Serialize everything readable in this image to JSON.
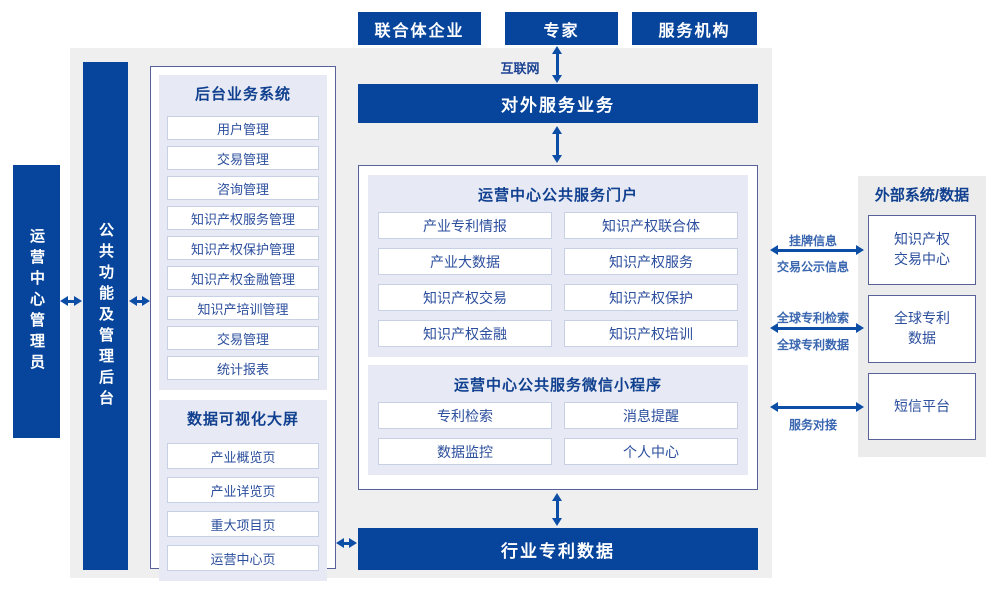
{
  "colors": {
    "primary_blue": "#06459b",
    "arrow_blue": "#0c4da6",
    "panel_lavender": "#e7eaf4",
    "background_gray": "#efeff0",
    "title_blue": "#10408f"
  },
  "top_actors": {
    "union": "联合体企业",
    "expert": "专家",
    "agency": "服务机构"
  },
  "internet_label": "互联网",
  "external_service_bar": "对外服务业务",
  "left_column": {
    "operator": "运营中心管理员",
    "backend_bar": "公共功能及管理后台",
    "backend_system": {
      "title": "后台业务系统",
      "items": [
        "用户管理",
        "交易管理",
        "咨询管理",
        "知识产权服务管理",
        "知识产权保护管理",
        "知识产权金融管理",
        "知识产培训管理",
        "交易管理",
        "统计报表"
      ]
    },
    "dashboard": {
      "title": "数据可视化大屏",
      "items": [
        "产业概览页",
        "产业详览页",
        "重大项目页",
        "运营中心页"
      ]
    }
  },
  "center_panel": {
    "portal": {
      "title": "运营中心公共服务门户",
      "items": [
        "产业专利情报",
        "知识产权联合体",
        "产业大数据",
        "知识产权服务",
        "知识产权交易",
        "知识产权保护",
        "知识产权金融",
        "知识产权培训"
      ]
    },
    "miniprogram": {
      "title": "运营中心公共服务微信小程序",
      "items": [
        "专利检索",
        "消息提醒",
        "数据监控",
        "个人中心"
      ]
    }
  },
  "bottom_bar": "行业专利数据",
  "external_panel": {
    "title": "外部系统/数据",
    "systems": [
      "知识产权\n交易中心",
      "全球专利\n数据",
      "短信平台"
    ],
    "link_labels": {
      "link1_top": "挂牌信息",
      "link1_bottom": "交易公示信息",
      "link2_top": "全球专利检索",
      "link2_bottom": "全球专利数据",
      "link3_bottom": "服务对接"
    }
  }
}
